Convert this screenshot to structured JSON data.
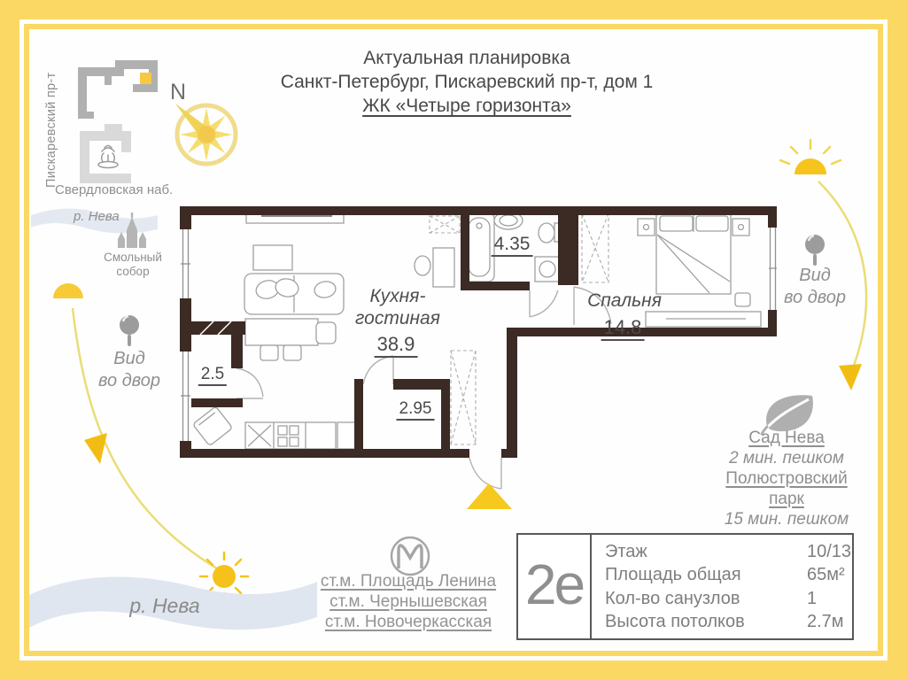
{
  "header": {
    "title": "Актуальная планировка",
    "address": "Санкт-Петербург, Пискаревский пр-т, дом 1",
    "complex_name": "ЖК «Четыре горизонта»"
  },
  "mini_map": {
    "street": "Пискаревский пр-т",
    "embankment": "Свердловская наб.",
    "river": "р. Нева",
    "cathedral_line1": "Смольный",
    "cathedral_line2": "собор",
    "compass_north": "N"
  },
  "rooms": {
    "kitchen_living_line1": "Кухня-",
    "kitchen_living_line2": "гостиная",
    "kitchen_living_area": "38.9",
    "bedroom_label": "Спальня",
    "bedroom_area": "14.8",
    "bathroom_area": "4.35",
    "hall_area": "2.5",
    "wardrobe_area": "2.95"
  },
  "views": {
    "left_line1": "Вид",
    "left_line2": "во двор",
    "right_line1": "Вид",
    "right_line2": "во двор"
  },
  "nearby": {
    "park1_name": "Сад Нева",
    "park1_walk": "2 мин. пешком",
    "park2_name_line1": "Полюстровский",
    "park2_name_line2": "парк",
    "park2_walk": "15 мин. пешком"
  },
  "metro": {
    "station1": "ст.м. Площадь Ленина",
    "station2": "ст.м. Чернышевская",
    "station3": "ст.м. Новочеркасская"
  },
  "river_bottom_label": "р. Нева",
  "info_card": {
    "plan_type": "2е",
    "rows": [
      {
        "label": "Этаж",
        "value": "10/13"
      },
      {
        "label": "Площадь общая",
        "value": "65м²"
      },
      {
        "label": "Кол-во санузлов",
        "value": "1"
      },
      {
        "label": "Высота потолков",
        "value": "2.7м"
      }
    ]
  },
  "colors": {
    "frame_yellow": "#FAD863",
    "sun_gold": "#F5C21B",
    "marker_yellow": "#F7C843",
    "wall_brown": "#3B2B24",
    "text_dark": "#4A4A4A",
    "text_gray": "#8F8F8F",
    "river_blue": "#E0E6EF"
  }
}
